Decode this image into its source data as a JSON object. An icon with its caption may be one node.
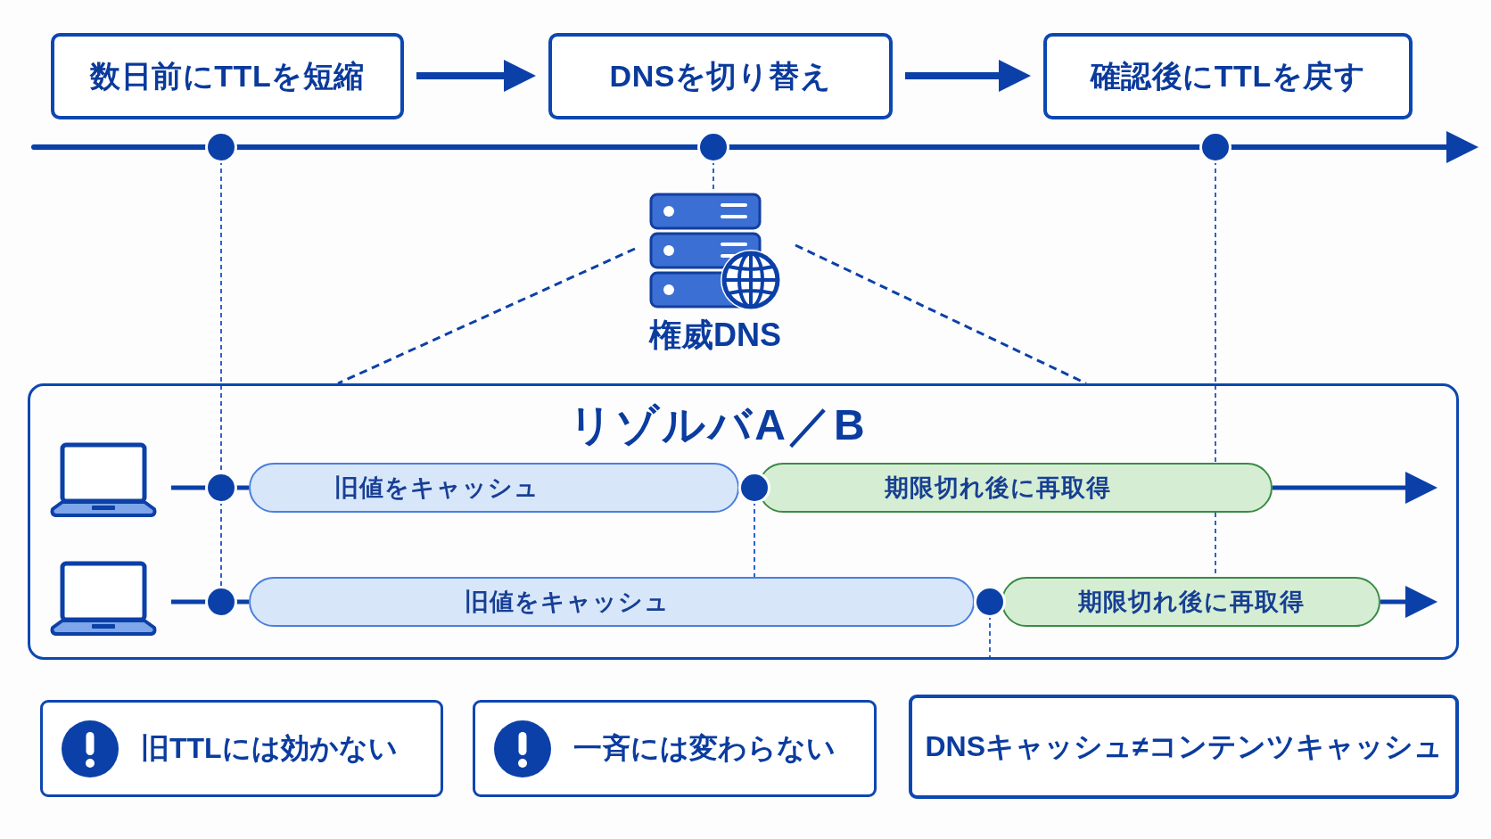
{
  "diagram": {
    "nodes": [
      {
        "text": [
          "数日前にTTLを短縮"
        ]
      },
      {
        "text": [
          "DNSを切り替え"
        ]
      },
      {
        "text": [
          "確認後にTTLを戻す"
        ]
      },
      {
        "text": [],
        "shape": "circle"
      },
      {
        "text": [],
        "shape": "circle"
      },
      {
        "text": [],
        "shape": "circle"
      },
      {
        "text": [
          "権威DNS"
        ]
      },
      {
        "text": [
          "リゾルバA／B"
        ]
      },
      {
        "text": [],
        "shape": "laptop",
        "in": 7
      },
      {
        "text": [],
        "shape": "circle",
        "in": 7
      },
      {
        "text": [
          "旧値をキャッシュ"
        ],
        "in": 7
      },
      {
        "text": [],
        "shape": "circle",
        "in": 7
      },
      {
        "text": [
          "期限切れ後に再取得"
        ],
        "in": 7
      },
      {
        "text": [],
        "shape": "laptop",
        "in": 7
      },
      {
        "text": [],
        "shape": "circle",
        "in": 7
      },
      {
        "text": [
          "旧値をキャッシュ"
        ],
        "in": 7
      },
      {
        "text": [],
        "shape": "circle",
        "in": 7
      },
      {
        "text": [
          "期限切れ後に再取得"
        ],
        "in": 7
      },
      {
        "text": [
          "旧TTLには効かない"
        ]
      },
      {
        "text": [
          "一斉には変わらない"
        ]
      },
      {
        "text": [
          "DNSキャッシュ≠コンテンツキャッシュ"
        ]
      }
    ],
    "edges": [
      {
        "from": 0,
        "to": 1,
        "arrow": "to",
        "style": "thick"
      },
      {
        "from": 1,
        "to": 2,
        "arrow": "to",
        "style": "thick"
      },
      {
        "from": 3,
        "to": 9,
        "arrow": "none",
        "style": "dashed"
      },
      {
        "from": 9,
        "to": 14,
        "arrow": "none",
        "style": "dashed"
      },
      {
        "from": 4,
        "to": 6,
        "arrow": "none",
        "style": "dashed"
      },
      {
        "from": 5,
        "to": 12,
        "arrow": "none",
        "style": "dashed"
      },
      {
        "from": 6,
        "to": 7,
        "arrow": "none",
        "style": "dashed"
      },
      {
        "from": 6,
        "to": 7,
        "arrow": "none",
        "style": "dashed"
      },
      {
        "from": 8,
        "to": 9,
        "arrow": "none"
      },
      {
        "from": 9,
        "to": 10,
        "arrow": "none"
      },
      {
        "from": 12,
        "to": null,
        "arrow": "to"
      },
      {
        "from": 13,
        "to": 14,
        "arrow": "none"
      },
      {
        "from": 14,
        "to": 15,
        "arrow": "none"
      },
      {
        "from": 17,
        "to": null,
        "arrow": "to"
      },
      {
        "from": 11,
        "to": 15,
        "arrow": "none",
        "style": "dashed"
      },
      {
        "from": 16,
        "to": 7,
        "arrow": "none",
        "style": "dashed"
      },
      {
        "from": 12,
        "to": 17,
        "arrow": "none",
        "style": "dashed"
      }
    ]
  }
}
